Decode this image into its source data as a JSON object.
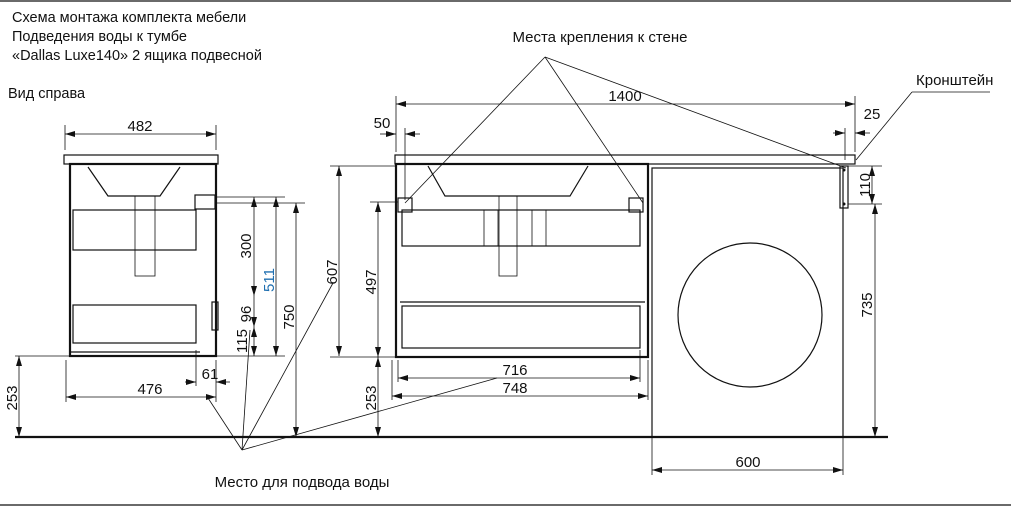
{
  "title": {
    "line1": "Схема монтажа комплекта мебели",
    "line2": "Подведения воды к тумбе",
    "line3": "«Dallas Luxe140» 2 ящика подвесной"
  },
  "side_view_label": "Вид справа",
  "callouts": {
    "wall_mounts": "Места крепления к стене",
    "bracket": "Кронштейн",
    "water_supply": "Место для подвода воды"
  },
  "dimensions": {
    "side": {
      "width_top": "482",
      "width_bottom": "476",
      "offset": "61",
      "d300": "300",
      "d96": "96",
      "d115": "115",
      "d511": "511",
      "d750": "750",
      "d607": "607",
      "d253": "253"
    },
    "front": {
      "total": "1400",
      "left_offset": "50",
      "right_offset": "25",
      "d110": "110",
      "d735": "735",
      "d497": "497",
      "d253": "253",
      "d716": "716",
      "d748": "748",
      "d600": "600"
    }
  },
  "colors": {
    "line": "#111111",
    "highlight": "#1f6fb0"
  }
}
